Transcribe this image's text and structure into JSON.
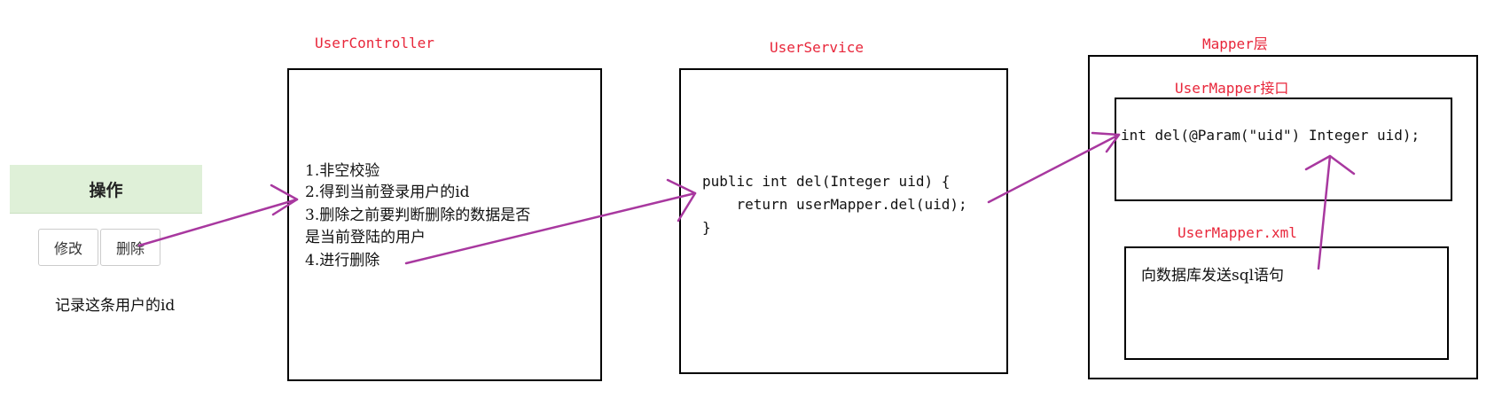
{
  "operation_panel": {
    "header": "操作",
    "edit_button": "修改",
    "delete_button": "删除",
    "note": "记录这条用户的id"
  },
  "controller": {
    "title": "UserController",
    "lines": [
      "1.非空校验",
      "2.得到当前登录用户的id",
      "3.删除之前要判断删除的数据是否",
      "是当前登陆的用户",
      "4.进行删除"
    ]
  },
  "service": {
    "title": "UserService",
    "code": [
      "public int del(Integer uid) {",
      "    return userMapper.del(uid);",
      "}"
    ]
  },
  "mapper": {
    "title": "Mapper层",
    "interface_title": "UserMapper接口",
    "interface_code": "int del(@Param(\"uid\") Integer uid);",
    "xml_title": "UserMapper.xml",
    "xml_text": "向数据库发送sql语句"
  },
  "colors": {
    "label_red": "#e8263a",
    "arrow_purple": "#a8389f",
    "header_green": "#dff0d8"
  }
}
